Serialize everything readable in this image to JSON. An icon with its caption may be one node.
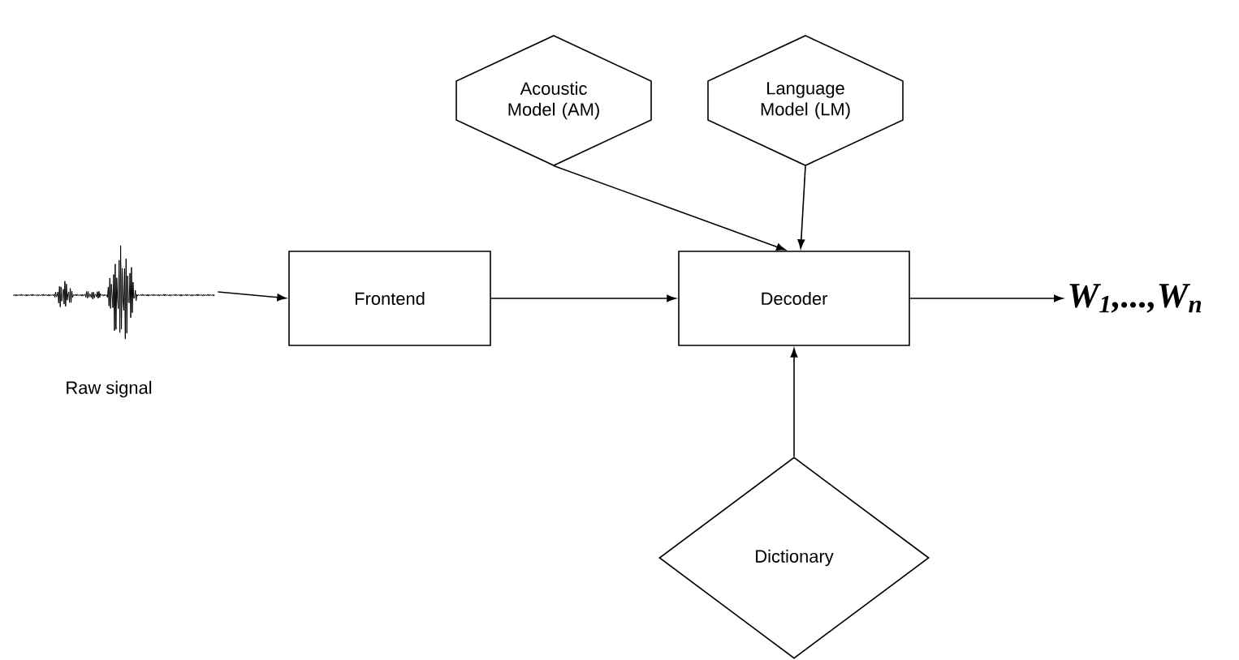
{
  "diagram": {
    "nodes": [
      {
        "text": [
          "Acoustic Model (AM)"
        ]
      },
      {
        "text": [
          "Language Model (LM)"
        ]
      },
      {
        "text": [],
        "shape": "picture",
        "beside": [
          "Raw signal"
        ]
      },
      {
        "text": [
          "Frontend"
        ]
      },
      {
        "text": [
          "Decoder"
        ]
      },
      {
        "text": [
          "W$_{1}$,...,W$_{n}$"
        ]
      },
      {
        "text": [
          "Dictionary"
        ]
      }
    ],
    "edges": [
      {
        "from": 2,
        "to": 3,
        "arrow": "to"
      },
      {
        "from": 3,
        "to": 4,
        "arrow": "to"
      },
      {
        "from": 4,
        "to": 5,
        "arrow": "to"
      },
      {
        "from": 0,
        "to": 4,
        "arrow": "to"
      },
      {
        "from": 1,
        "to": 4,
        "arrow": "to"
      },
      {
        "from": 6,
        "to": 4,
        "arrow": "to"
      }
    ]
  }
}
